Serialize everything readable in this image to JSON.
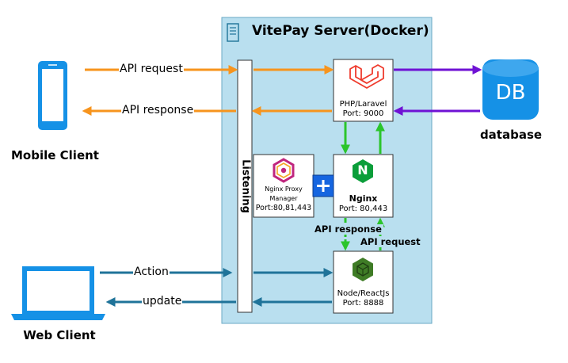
{
  "server": {
    "title": "VitePay Server(Docker)",
    "icon": "server-icon"
  },
  "listener": {
    "label": "Listening"
  },
  "clients": {
    "mobile": {
      "label": "Mobile Client",
      "icon": "smartphone-icon"
    },
    "web": {
      "label": "Web Client",
      "icon": "laptop-icon"
    }
  },
  "database": {
    "icon_text": "DB",
    "label": "database",
    "icon": "database-icon"
  },
  "nodes": {
    "laravel": {
      "name": "PHP/Laravel",
      "port": "Port: 9000",
      "icon": "laravel-icon"
    },
    "nginx": {
      "name": "Nginx",
      "port": "Port: 80,443",
      "icon": "nginx-icon",
      "icon_text": "N"
    },
    "npm": {
      "name_line1": "Nginx Proxy",
      "name_line2": "Manager",
      "port": "Port:80,81,443",
      "icon": "nginx-proxy-manager-icon"
    },
    "node": {
      "name": "Node/ReactJs",
      "port": "Port: 8888",
      "icon": "nodejs-icon"
    }
  },
  "plus": {
    "symbol": "+",
    "icon": "plus-icon"
  },
  "edges": {
    "api_request": "API request",
    "api_response": "API response",
    "action": "Action",
    "update": "update",
    "inner_api_response": "API response",
    "inner_api_request": "API request"
  },
  "colors": {
    "server_bg": "#b9dfef",
    "orange": "#f7941d",
    "purple": "#6f12d4",
    "green": "#2bc52b",
    "teal": "#1f7399",
    "device_blue": "#1591e6",
    "plus_blue": "#1565e0",
    "nginx_green": "#0b9e3a",
    "laravel_red": "#ef3b2d"
  }
}
